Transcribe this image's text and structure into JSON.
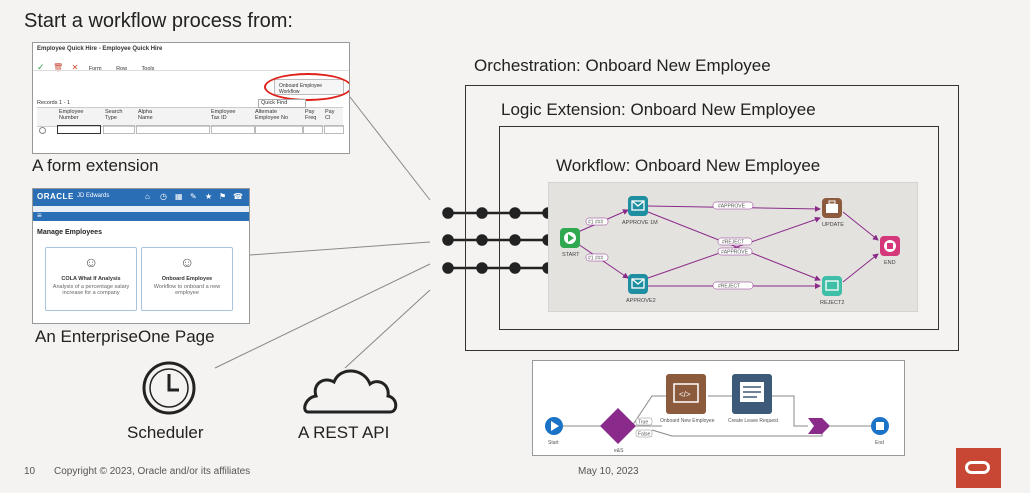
{
  "slide": {
    "title": "Start a workflow process from:",
    "page_number": "10",
    "copyright": "Copyright © 2023, Oracle and/or its affiliates",
    "date": "May 10, 2023"
  },
  "sources": {
    "form_extension": {
      "caption": "A form extension",
      "form_title": "Employee Quick Hire - Employee Quick Hire",
      "toolbar": [
        "Form",
        "Row",
        "Tools"
      ],
      "highlight_button": "Onboard Employee Workflow",
      "records_label": "Records 1 - 1",
      "quick_find": "Quick Find",
      "columns": [
        "Employee Number",
        "Search Type",
        "Alpha Name",
        "Employee Tax ID",
        "Alternate Employee No",
        "Pay Freq",
        "Pay Cl"
      ]
    },
    "e1_page": {
      "caption": "An EnterpriseOne Page",
      "brand": "ORACLE",
      "product": "JD Edwards",
      "section_title": "Manage Employees",
      "tiles": [
        {
          "title": "COLA What If Analysis",
          "desc": "Analysis of a percentage salary increase for a company"
        },
        {
          "title": "Onboard Employee",
          "desc": "Workflow to onboard a new employee"
        }
      ]
    },
    "scheduler": {
      "caption": "Scheduler"
    },
    "rest_api": {
      "caption": "A REST API"
    }
  },
  "orchestration": {
    "label": "Orchestration: Onboard New Employee",
    "logic_extension_label": "Logic Extension: Onboard New Employee",
    "workflow_label": "Workflow: Onboard New Employee",
    "nodes": {
      "start": "START",
      "approve1": "APPROVE 1M",
      "approve2": "APPROVE2",
      "update": "UPDATE",
      "reject2": "REJECT2",
      "end": "END"
    },
    "edges": {
      "approve": "#APPROVE",
      "reject": "#REJECT",
      "reject_mid": "#REJECT",
      "approve_mid": "#APPROVE",
      "e1": "#1 ###",
      "e2": "#1 ###"
    }
  },
  "mini_orchestration": {
    "nodes": {
      "start": "Start",
      "decision": "e&S",
      "onboard": "Onboard New Employee",
      "leave": "Create Leave Request",
      "end": "End"
    },
    "edge_labels": [
      "True",
      "False"
    ]
  },
  "colors": {
    "accent_red": "#c74634",
    "workflow_purple": "#8a2a8a",
    "start_green": "#2fa84f",
    "teal": "#1e8fa0",
    "update_brown": "#8c5a3c",
    "end_pink": "#d4387a",
    "jde_blue": "#2a6fb5"
  }
}
